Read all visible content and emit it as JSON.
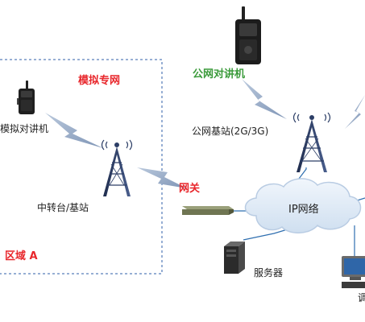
{
  "region_a": {
    "title": "模拟专网",
    "zone_label": "区域 A",
    "radio_label": "模拟对讲机",
    "repeater_label": "中转台/基站"
  },
  "gateway": {
    "label": "网关"
  },
  "public_net": {
    "title": "公网对讲机",
    "base_label": "公网基站(2G/3G)"
  },
  "ip_network": {
    "label": "IP网络"
  },
  "server": {
    "label": "服务器"
  },
  "dispatch": {
    "label_partial": "调"
  },
  "colors": {
    "red": "#e8262b",
    "green": "#3a9a3a",
    "dashed_border": "#2f5fa8",
    "signal_bolt": "#8fa3c0",
    "tower": "#2c3e66",
    "cloud_fill": "#e4eef8",
    "cloud_edge": "#b9cce3",
    "link_line": "#2f6fb0"
  },
  "icons": [
    "radio-icon",
    "tower-icon",
    "signal-bolt-icon",
    "gateway-icon",
    "cloud-icon",
    "server-icon",
    "computer-icon"
  ]
}
